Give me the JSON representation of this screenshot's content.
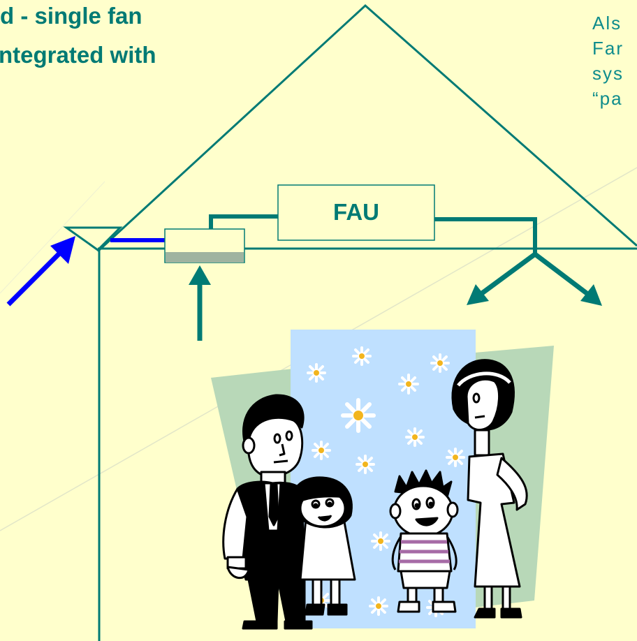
{
  "title": {
    "line1": "d - single fan",
    "line2": "ntegrated with"
  },
  "side_note": {
    "lines": [
      "Als",
      "Far",
      "sys",
      "“pa"
    ]
  },
  "diagram": {
    "unit_label": "FAU",
    "colors": {
      "background": "#FFFFCC",
      "structure": "#007A74",
      "outdoor_air": "#0000FF",
      "filter_fill": "#9FB3A0",
      "scene_backdrop": "#BFE0FF",
      "scene_shape": "#B8D8B8"
    },
    "icons": [
      "house-outline",
      "ventilation-duct",
      "family-clipart",
      "daisy-flowers"
    ]
  }
}
